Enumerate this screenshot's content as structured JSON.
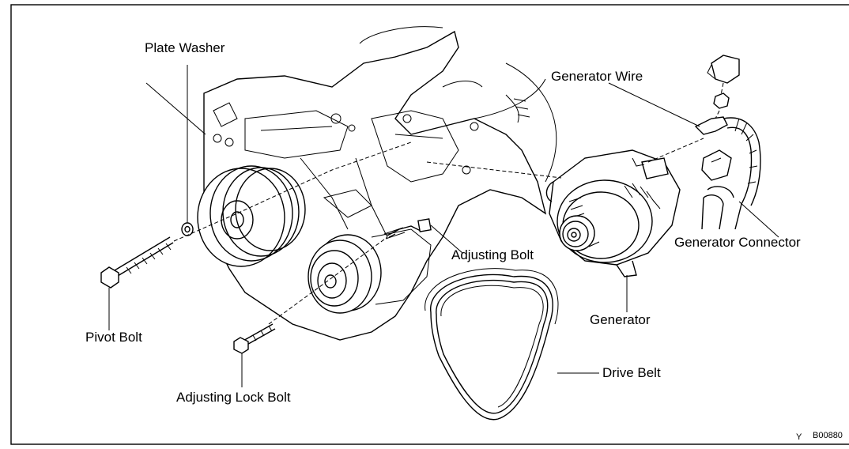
{
  "labels": {
    "plate_washer": "Plate Washer",
    "generator_wire": "Generator Wire",
    "generator_connector": "Generator Connector",
    "adjusting_bolt": "Adjusting Bolt",
    "generator": "Generator",
    "pivot_bolt": "Pivot Bolt",
    "drive_belt": "Drive Belt",
    "adjusting_lock_bolt": "Adjusting Lock Bolt"
  },
  "corner": {
    "y_mark": "Y",
    "figure_code": "B00880"
  },
  "colors": {
    "ink": "#000000",
    "paper": "#ffffff"
  }
}
